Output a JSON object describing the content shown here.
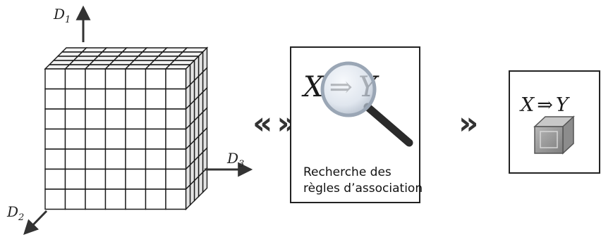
{
  "axes": {
    "d1": {
      "main": "D",
      "sub": "1"
    },
    "d2": {
      "main": "D",
      "sub": "2"
    },
    "d3": {
      "main": "D",
      "sub": "3"
    }
  },
  "arrows": {
    "bidirectional": "«»",
    "forward": "»"
  },
  "search_panel": {
    "rule": {
      "left": "X",
      "arrow": "⇒",
      "right": "Y"
    },
    "caption_line1": "Recherche des",
    "caption_line2": "règles d’association"
  },
  "result_panel": {
    "rule": {
      "left": "X",
      "arrow": "⇒",
      "right": "Y"
    }
  },
  "colors": {
    "stroke": "#1a1a1a",
    "cube_fill": "#ffffff",
    "panel_border": "#222222",
    "lens": "#cfd9e6",
    "handle": "#333333",
    "small_cube": "#9a9a9a"
  }
}
